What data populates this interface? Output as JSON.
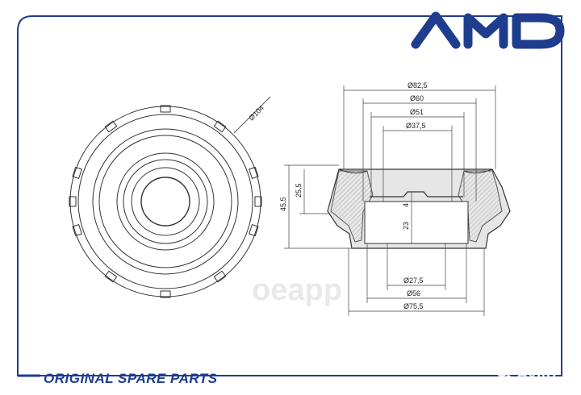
{
  "brand": {
    "logo_text": "AMD",
    "color": "#1f3d8f"
  },
  "footer": {
    "slogan": "ORIGINAL SPARE PARTS"
  },
  "watermark": {
    "text": "оеарр"
  },
  "avito": {
    "text": "Avito"
  },
  "dimensions": {
    "outer_diameter": "Ø104",
    "top_outer": "Ø82,5",
    "top_60": "Ø60",
    "top_51": "Ø51",
    "top_37": "Ø37,5",
    "bottom_27": "Ø27,5",
    "bottom_56": "Ø56",
    "bottom_75": "Ø75,5",
    "height_total": "45,5",
    "height_upper": "25,5",
    "inner_step": "4",
    "inner_height": "23"
  }
}
